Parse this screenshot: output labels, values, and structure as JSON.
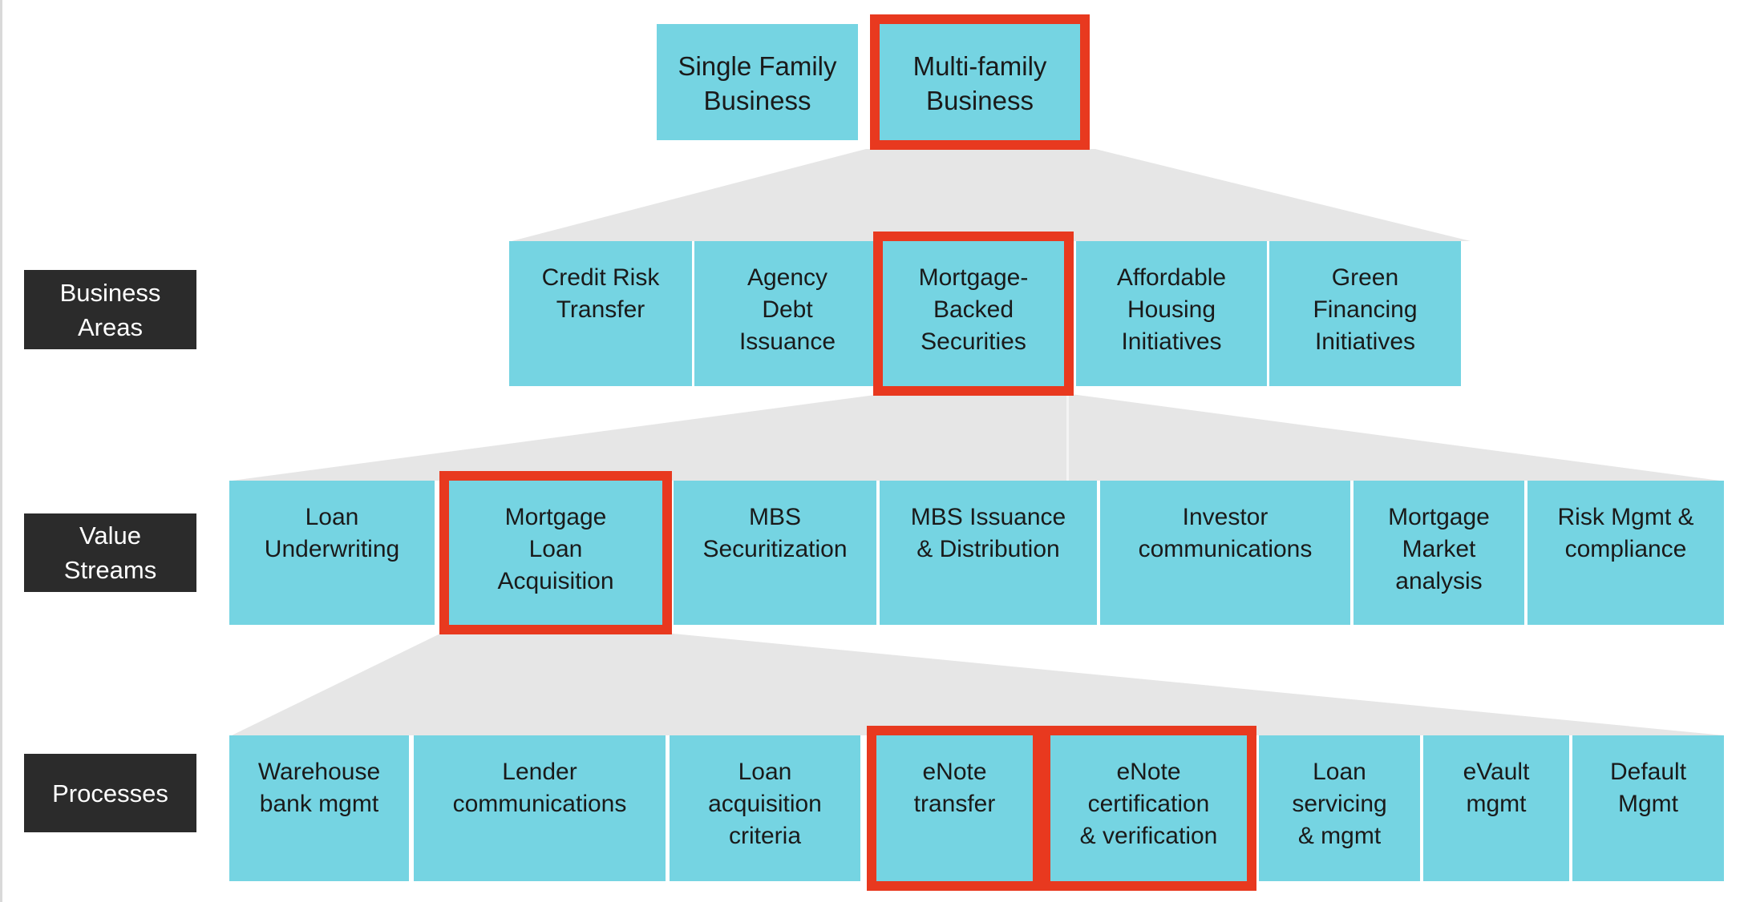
{
  "palette": {
    "cyan": "#75d4e2",
    "red": "#e8391f",
    "dark": "#2b2b2b",
    "gray": "#e6e6e6",
    "ink": "#1a1a1a"
  },
  "diagram": {
    "top_row": {
      "items": [
        {
          "label": "Single Family\nBusiness",
          "highlighted": false
        },
        {
          "label": "Multi-family\nBusiness",
          "highlighted": true
        }
      ]
    },
    "levels": [
      {
        "label": "Business\nAreas",
        "items": [
          {
            "label": "Credit Risk\nTransfer",
            "highlighted": false
          },
          {
            "label": "Agency\nDebt\nIssuance",
            "highlighted": false
          },
          {
            "label": "Mortgage-\nBacked\nSecurities",
            "highlighted": true
          },
          {
            "label": "Affordable\nHousing\nInitiatives",
            "highlighted": false
          },
          {
            "label": "Green\nFinancing\nInitiatives",
            "highlighted": false
          }
        ]
      },
      {
        "label": "Value\nStreams",
        "items": [
          {
            "label": "Loan\nUnderwriting",
            "highlighted": false
          },
          {
            "label": "Mortgage\nLoan\nAcquisition",
            "highlighted": true
          },
          {
            "label": "MBS\nSecuritization",
            "highlighted": false
          },
          {
            "label": "MBS Issuance\n& Distribution",
            "highlighted": false
          },
          {
            "label": "Investor\ncommunications",
            "highlighted": false
          },
          {
            "label": "Mortgage\nMarket\nanalysis",
            "highlighted": false
          },
          {
            "label": "Risk Mgmt &\ncompliance",
            "highlighted": false
          }
        ]
      },
      {
        "label": "Processes",
        "items": [
          {
            "label": "Warehouse\nbank mgmt",
            "highlighted": false
          },
          {
            "label": "Lender\ncommunications",
            "highlighted": false
          },
          {
            "label": "Loan\nacquisition\ncriteria",
            "highlighted": false
          },
          {
            "label": "eNote\ntransfer",
            "highlighted": true
          },
          {
            "label": "eNote\ncertification\n& verification",
            "highlighted": true
          },
          {
            "label": "Loan\nservicing\n& mgmt",
            "highlighted": false
          },
          {
            "label": "eVault\nmgmt",
            "highlighted": false
          },
          {
            "label": "Default\nMgmt",
            "highlighted": false
          }
        ]
      }
    ]
  }
}
